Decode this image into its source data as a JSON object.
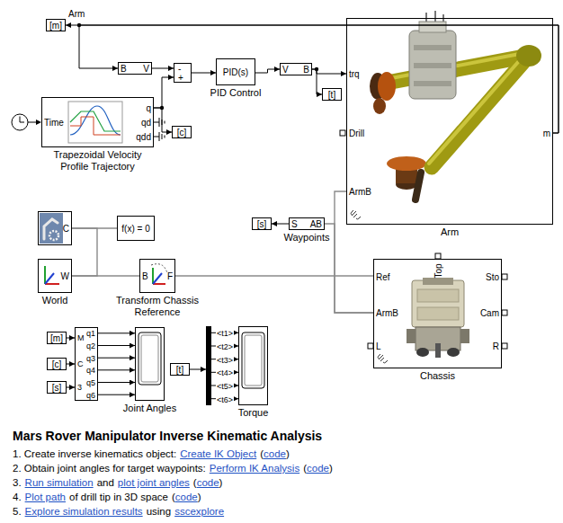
{
  "diagram": {
    "title": "Mars Rover Manipulator Inverse Kinematic Analysis",
    "nodes": [
      {
        "text": [
          "[m]"
        ]
      },
      {
        "text": [
          "B",
          "V"
        ]
      },
      {
        "text": [
          "-",
          "+"
        ]
      },
      {
        "text": [
          "PID(s)",
          "PID Control"
        ]
      },
      {
        "text": [
          "V",
          "B"
        ]
      },
      {
        "text": [
          "[t]"
        ]
      },
      {
        "text": [
          "trq",
          "Drill",
          "ArmB",
          "m",
          "Arm"
        ]
      },
      {
        "text": [
          "Time",
          "q",
          "qd",
          "qdd",
          "Trapezoidal Velocity Profile Trajectory"
        ]
      },
      {
        "text": [
          "[c]"
        ]
      },
      {
        "text": [
          "C"
        ]
      },
      {
        "text": [
          "f(x) = 0"
        ]
      },
      {
        "text": [
          "W",
          "World"
        ]
      },
      {
        "text": [
          "B",
          "F",
          "Transform Chassis Reference"
        ]
      },
      {
        "text": [
          "[s]"
        ]
      },
      {
        "text": [
          "S",
          "AB",
          "Waypoints"
        ]
      },
      {
        "text": [
          "Top",
          "Ref",
          "ArmB",
          "L",
          "Sto",
          "Cam",
          "R",
          "Chassis"
        ]
      },
      {
        "text": [
          "[m]"
        ]
      },
      {
        "text": [
          "[c]"
        ]
      },
      {
        "text": [
          "[s]"
        ]
      },
      {
        "text": [
          "M",
          "C",
          "3",
          "q1",
          "q2",
          "q3",
          "q4",
          "q5",
          "q6"
        ]
      },
      {
        "text": [
          "Joint Angles"
        ]
      },
      {
        "text": [
          "[t]"
        ]
      },
      {
        "text": [
          "<t1>",
          "<t2>",
          "<t3>",
          "<t4>",
          "<t5>",
          "<t6>"
        ]
      },
      {
        "text": [
          "Torque"
        ]
      }
    ],
    "edges": [
      {
        "from": 6,
        "to": 0,
        "arrow": "to"
      },
      {
        "from": 6,
        "to": 1,
        "arrow": "to"
      },
      {
        "from": 1,
        "to": 2,
        "arrow": "to"
      },
      {
        "from": 7,
        "to": 2,
        "arrow": "to"
      },
      {
        "from": 7,
        "to": 8,
        "arrow": "to"
      },
      {
        "from": 2,
        "to": 3,
        "arrow": "to"
      },
      {
        "from": 3,
        "to": 4,
        "arrow": "to"
      },
      {
        "from": 4,
        "to": 6,
        "arrow": "to"
      },
      {
        "from": 4,
        "to": 5,
        "arrow": "to"
      },
      {
        "from": 9,
        "to": 10,
        "arrow": "none"
      },
      {
        "from": 9,
        "to": 11,
        "arrow": "none"
      },
      {
        "from": 11,
        "to": 12,
        "arrow": "none"
      },
      {
        "from": 12,
        "to": 15,
        "arrow": "none"
      },
      {
        "from": 15,
        "to": 6,
        "arrow": "none"
      },
      {
        "from": 14,
        "to": 15,
        "arrow": "none"
      },
      {
        "from": 14,
        "to": 13,
        "arrow": "to"
      },
      {
        "from": 16,
        "to": 19,
        "arrow": "to"
      },
      {
        "from": 17,
        "to": 19,
        "arrow": "to"
      },
      {
        "from": 18,
        "to": 19,
        "arrow": "to"
      },
      {
        "from": 19,
        "to": 20,
        "arrow": "to"
      },
      {
        "from": 19,
        "to": 20,
        "arrow": "to"
      },
      {
        "from": 19,
        "to": 20,
        "arrow": "to"
      },
      {
        "from": 19,
        "to": 20,
        "arrow": "to"
      },
      {
        "from": 19,
        "to": 20,
        "arrow": "to"
      },
      {
        "from": 19,
        "to": 20,
        "arrow": "to"
      },
      {
        "from": 21,
        "to": 22,
        "arrow": "to"
      },
      {
        "from": 22,
        "to": 23,
        "arrow": "to"
      },
      {
        "from": 22,
        "to": 23,
        "arrow": "to"
      },
      {
        "from": 22,
        "to": 23,
        "arrow": "to"
      },
      {
        "from": 22,
        "to": 23,
        "arrow": "to"
      },
      {
        "from": 22,
        "to": 23,
        "arrow": "to"
      },
      {
        "from": 22,
        "to": 23,
        "arrow": "to"
      }
    ],
    "labels": [
      "Arm",
      "1. Create inverse kinematics object:",
      "Create IK Object",
      "(",
      "code",
      ")",
      "2. Obtain joint angles for target waypoints:",
      "Perform IK Analysis",
      "(",
      "code",
      ")",
      "3.",
      "Run simulation",
      "and",
      "plot joint angles",
      "(",
      "code",
      ")",
      "4.",
      "Plot path",
      "of drill tip in 3D space",
      "(",
      "code",
      ")",
      "5.",
      "Explore simulation results",
      "using",
      "sscexplore"
    ]
  }
}
